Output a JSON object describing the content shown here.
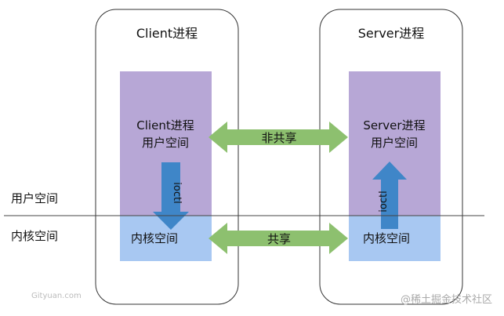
{
  "client": {
    "title": "Client进程",
    "user_line1": "Client进程",
    "user_line2": "用户空间",
    "kernel_label": "内核空间",
    "ioctl_label": "ioctl"
  },
  "server": {
    "title": "Server进程",
    "user_line1": "Server进程",
    "user_line2": "用户空间",
    "kernel_label": "内核空间",
    "ioctl_label": "ioctl"
  },
  "arrows": {
    "top_label": "非共享",
    "bottom_label": "共享"
  },
  "side_labels": {
    "user_space": "用户空间",
    "kernel_space": "内核空间"
  },
  "watermarks": {
    "left": "Gityuan.com",
    "right": "@稀土掘金技术社区"
  },
  "colors": {
    "user_fill": "#b7a7d6",
    "kernel_fill": "#a8c8f2",
    "arrow_green": "#8dc06f",
    "arrow_blue": "#3f86c8",
    "box_stroke": "#333333"
  }
}
